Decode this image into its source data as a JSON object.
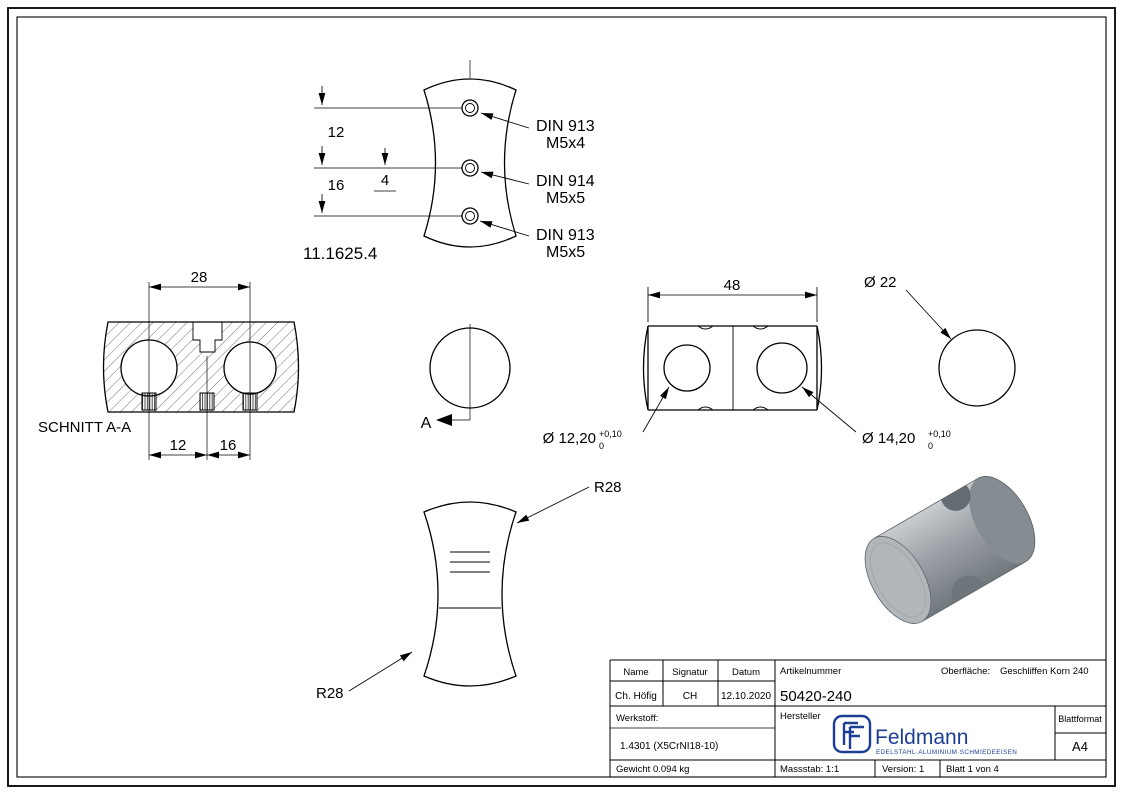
{
  "drawing": {
    "note": "11.1625.4",
    "section_title": "SCHNITT A-A",
    "view_label": "A",
    "screws": {
      "s1l1": "DIN 913",
      "s1l2": "M5x4",
      "s2l1": "DIN 914",
      "s2l2": "M5x5",
      "s3l1": "DIN 913",
      "s3l2": "M5x5"
    },
    "dims": {
      "d12t": "12",
      "d16t": "16",
      "d4": "4",
      "d28": "28",
      "d12b": "12",
      "d16b": "16",
      "d48": "48",
      "r28a": "R28",
      "r28b": "R28",
      "dia22": "Ø 22",
      "dia1220": "Ø 12,20",
      "dia1420": "Ø 14,20",
      "tol_up": "+0,10",
      "tol_dn": "0"
    }
  },
  "title_block": {
    "headers": {
      "name": "Name",
      "signatur": "Signatur",
      "datum": "Datum"
    },
    "values": {
      "name": "Ch. Höfig",
      "signatur": "CH",
      "datum": "12.10.2020"
    },
    "artikelnummer_label": "Artikelnummer",
    "artikelnummer": "50420-240",
    "oberflaeche_label": "Oberfläche:",
    "oberflaeche_value": "Geschliffen Korn 240",
    "werkstoff_label": "Werkstoff:",
    "werkstoff_value": "1.4301 (X5CrNI18-10)",
    "hersteller_label": "Hersteller",
    "brand_name": "Feldmann",
    "brand_tagline": "EDELSTAHL·ALUMINIUM·SCHMIEDEEISEN",
    "blattformat_label": "Blattformat",
    "blattformat_value": "A4",
    "gewicht": "Gewicht 0.094 kg",
    "massstab": "Massstab: 1:1",
    "version": "Version: 1",
    "blatt": "Blatt 1 von 4"
  }
}
